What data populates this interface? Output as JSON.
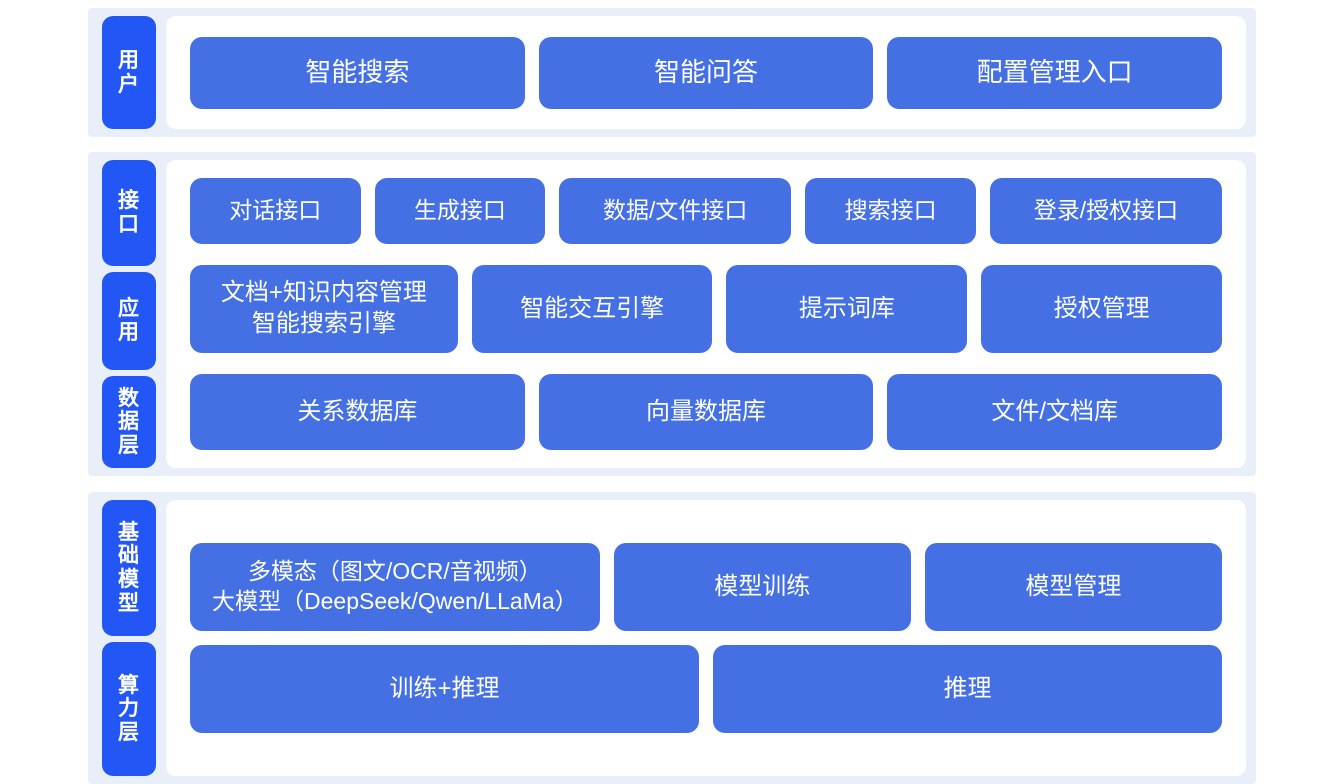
{
  "theme": {
    "panel_bg": "#e9eff8",
    "card_bg": "#ffffff",
    "rail_pill_color": "#2257f5",
    "box_color": "#4470e4",
    "text_color": "#ffffff",
    "page_bg": "#ffffff"
  },
  "sections": [
    {
      "id": "user",
      "rail": [
        {
          "id": "user",
          "label": "用户"
        }
      ],
      "rows": [
        {
          "id": "row-user",
          "boxes": [
            {
              "id": "smart-search",
              "label": "智能搜索"
            },
            {
              "id": "smart-qa",
              "label": "智能问答"
            },
            {
              "id": "config-admin-entry",
              "label": "配置管理入口"
            }
          ]
        }
      ]
    },
    {
      "id": "mid",
      "rail": [
        {
          "id": "api",
          "label": "接口"
        },
        {
          "id": "app",
          "label": "应用"
        },
        {
          "id": "data",
          "label": "数据层"
        }
      ],
      "rows": [
        {
          "id": "row-api",
          "boxes": [
            {
              "id": "dialog-api",
              "label": "对话接口"
            },
            {
              "id": "generate-api",
              "label": "生成接口"
            },
            {
              "id": "data-file-api",
              "label": "数据/文件接口"
            },
            {
              "id": "search-api",
              "label": "搜索接口"
            },
            {
              "id": "login-auth-api",
              "label": "登录/授权接口"
            }
          ]
        },
        {
          "id": "row-app",
          "boxes": [
            {
              "id": "doc-knowledge-mgmt",
              "label": "文档+知识内容管理\n智能搜索引擎"
            },
            {
              "id": "smart-interaction-engine",
              "label": "智能交互引擎"
            },
            {
              "id": "prompt-library",
              "label": "提示词库"
            },
            {
              "id": "auth-management",
              "label": "授权管理"
            }
          ]
        },
        {
          "id": "row-store",
          "boxes": [
            {
              "id": "relational-db",
              "label": "关系数据库"
            },
            {
              "id": "vector-db",
              "label": "向量数据库"
            },
            {
              "id": "file-doc-store",
              "label": "文件/文档库"
            }
          ]
        }
      ]
    },
    {
      "id": "base",
      "rail": [
        {
          "id": "foundation-model",
          "label": "基础模型"
        },
        {
          "id": "compute-layer",
          "label": "算力层"
        }
      ],
      "rows": [
        {
          "id": "row-model",
          "boxes": [
            {
              "id": "multimodal-llm",
              "label": "多模态（图文/OCR/音视频）\n大模型（DeepSeek/Qwen/LLaMa）"
            },
            {
              "id": "model-training",
              "label": "模型训练"
            },
            {
              "id": "model-management",
              "label": "模型管理"
            }
          ]
        },
        {
          "id": "row-compute",
          "boxes": [
            {
              "id": "train-and-infer",
              "label": "训练+推理"
            },
            {
              "id": "infer",
              "label": "推理"
            }
          ]
        }
      ]
    }
  ]
}
